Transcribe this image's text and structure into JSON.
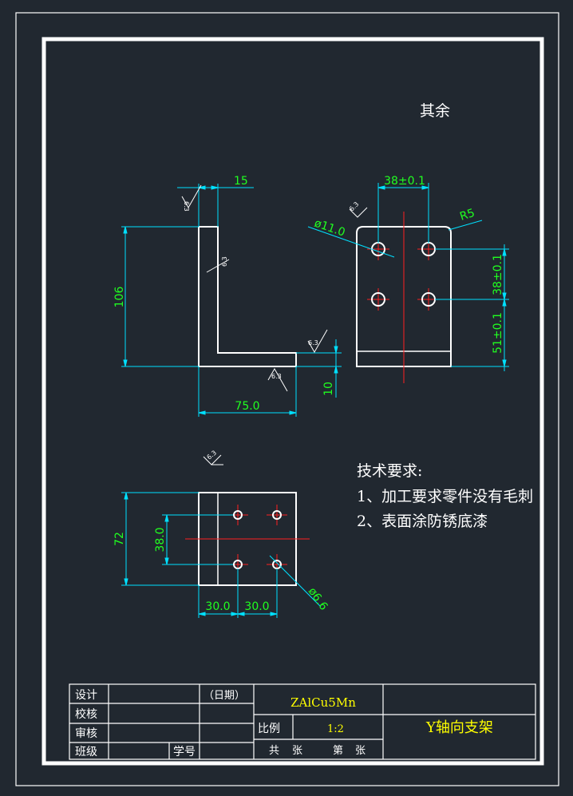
{
  "title_note": "其余",
  "views": {
    "side": {
      "dim_thickness": "15",
      "dim_height": "106",
      "dim_length": "75.0",
      "dim_base": "10",
      "roughness": [
        "6.3",
        "6.3",
        "6.3",
        "6.3"
      ]
    },
    "front": {
      "dim_hole_spacing_h": "38±0.1",
      "dim_hole_dia": "ø11.0",
      "dim_radius": "R5",
      "dim_hole_spacing_v": "38±0.1",
      "dim_bottom": "51±0.1",
      "roughness": "6.3"
    },
    "top": {
      "dim_height": "72",
      "dim_hole_spacing_v": "38.0",
      "dim_left": "30.0",
      "dim_right": "30.0",
      "dim_hole_dia": "ø6.6",
      "roughness": "6.3"
    }
  },
  "tech_requirements": {
    "heading": "技术要求:",
    "items": [
      "1、加工要求零件没有毛刺",
      "2、表面涂防锈底漆"
    ]
  },
  "title_block": {
    "row_labels": [
      "设计",
      "校核",
      "审核",
      "班级"
    ],
    "date_label": "（日期）",
    "student_id_label": "学号",
    "material": "ZAlCu5Mn",
    "scale_label": "比例",
    "scale_value": "1:2",
    "sheet_total_a": "共",
    "sheet_total_b": "张",
    "sheet_no_a": "第",
    "sheet_no_b": "张",
    "part_name": "Y轴向支架"
  },
  "colors": {
    "background": "#212830",
    "outline": "#ffffff",
    "dimension": "#00e0ff",
    "dimension_text": "#20ff20",
    "centerline": "#ff2020",
    "title_text": "#ffff00"
  }
}
